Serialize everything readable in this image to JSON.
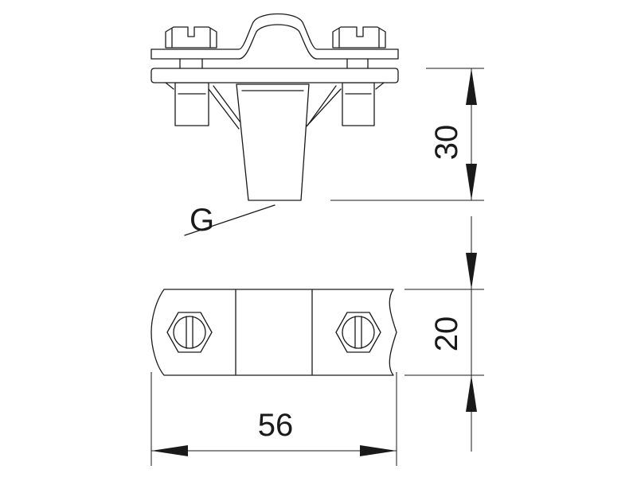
{
  "drawing": {
    "dimensions": {
      "height_top": "30",
      "height_bottom": "20",
      "width": "56"
    },
    "callout": "G"
  }
}
